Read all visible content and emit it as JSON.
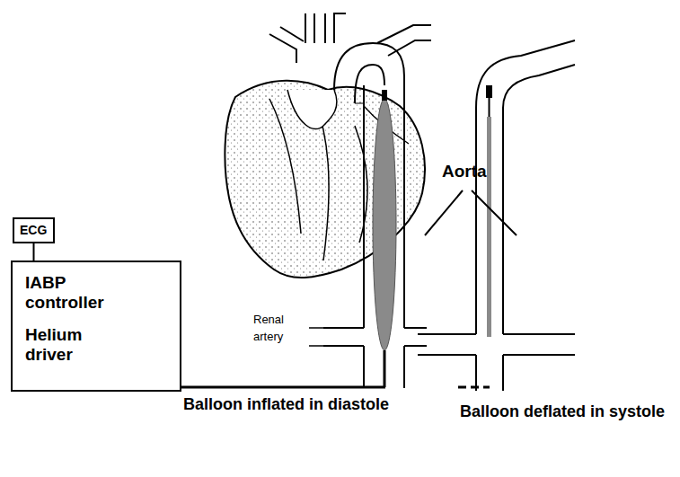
{
  "diagram": {
    "nodes": [
      {
        "text": [
          "ECG"
        ]
      },
      {
        "text": [
          "IABP controller",
          "Helium driver"
        ]
      }
    ],
    "edges": [
      {
        "from": 0,
        "to": 1,
        "arrow": "none"
      }
    ],
    "labels": [
      "Aorta",
      "Renal artery",
      "Balloon inflated in diastole",
      "Balloon deflated in systole"
    ]
  }
}
